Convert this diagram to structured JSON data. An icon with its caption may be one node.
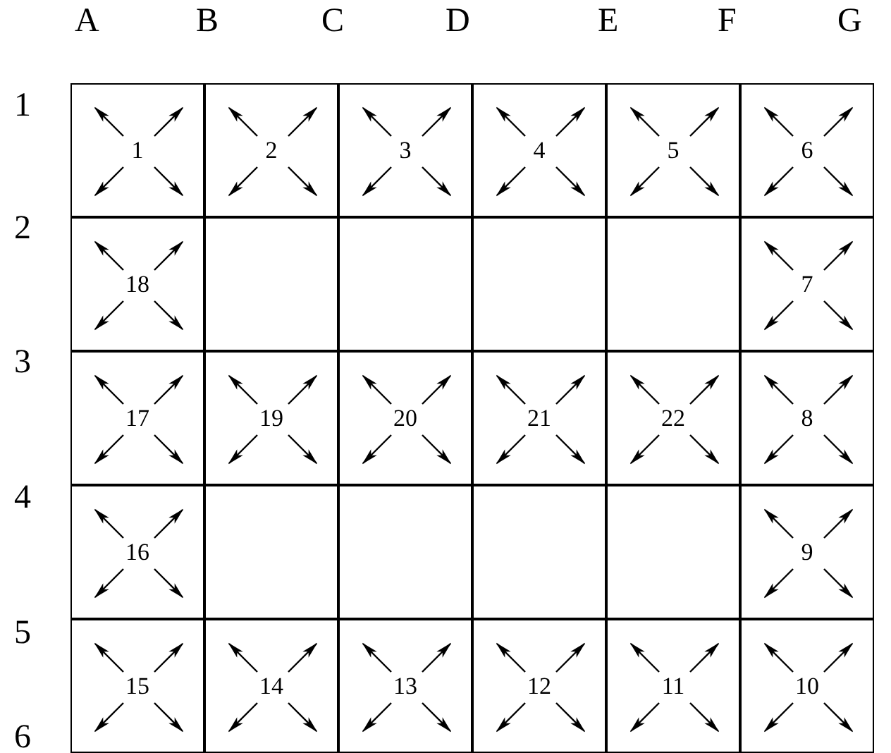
{
  "diagram": {
    "nodes": [
      {
        "text": [
          "1"
        ]
      },
      {
        "text": [
          "2"
        ]
      },
      {
        "text": [
          "3"
        ]
      },
      {
        "text": [
          "4"
        ]
      },
      {
        "text": [
          "5"
        ]
      },
      {
        "text": [
          "6"
        ]
      },
      {
        "text": [
          "18"
        ]
      },
      {
        "text": [],
        "shape": "box"
      },
      {
        "text": [],
        "shape": "box"
      },
      {
        "text": [],
        "shape": "box"
      },
      {
        "text": [],
        "shape": "box"
      },
      {
        "text": [
          "7"
        ]
      },
      {
        "text": [
          "17"
        ]
      },
      {
        "text": [
          "19"
        ]
      },
      {
        "text": [
          "20"
        ]
      },
      {
        "text": [
          "21"
        ]
      },
      {
        "text": [
          "22"
        ]
      },
      {
        "text": [
          "8"
        ]
      },
      {
        "text": [
          "16"
        ]
      },
      {
        "text": [],
        "shape": "box"
      },
      {
        "text": [],
        "shape": "box"
      },
      {
        "text": [],
        "shape": "box"
      },
      {
        "text": [],
        "shape": "box"
      },
      {
        "text": [
          "9"
        ]
      },
      {
        "text": [
          "15"
        ]
      },
      {
        "text": [
          "14"
        ]
      },
      {
        "text": [
          "13"
        ]
      },
      {
        "text": [
          "12"
        ]
      },
      {
        "text": [
          "11"
        ]
      },
      {
        "text": [
          "10"
        ]
      }
    ],
    "edges": [],
    "labels": [
      "A",
      "B",
      "C",
      "D",
      "E",
      "F",
      "G",
      "1",
      "2",
      "3",
      "4",
      "5",
      "6"
    ]
  }
}
